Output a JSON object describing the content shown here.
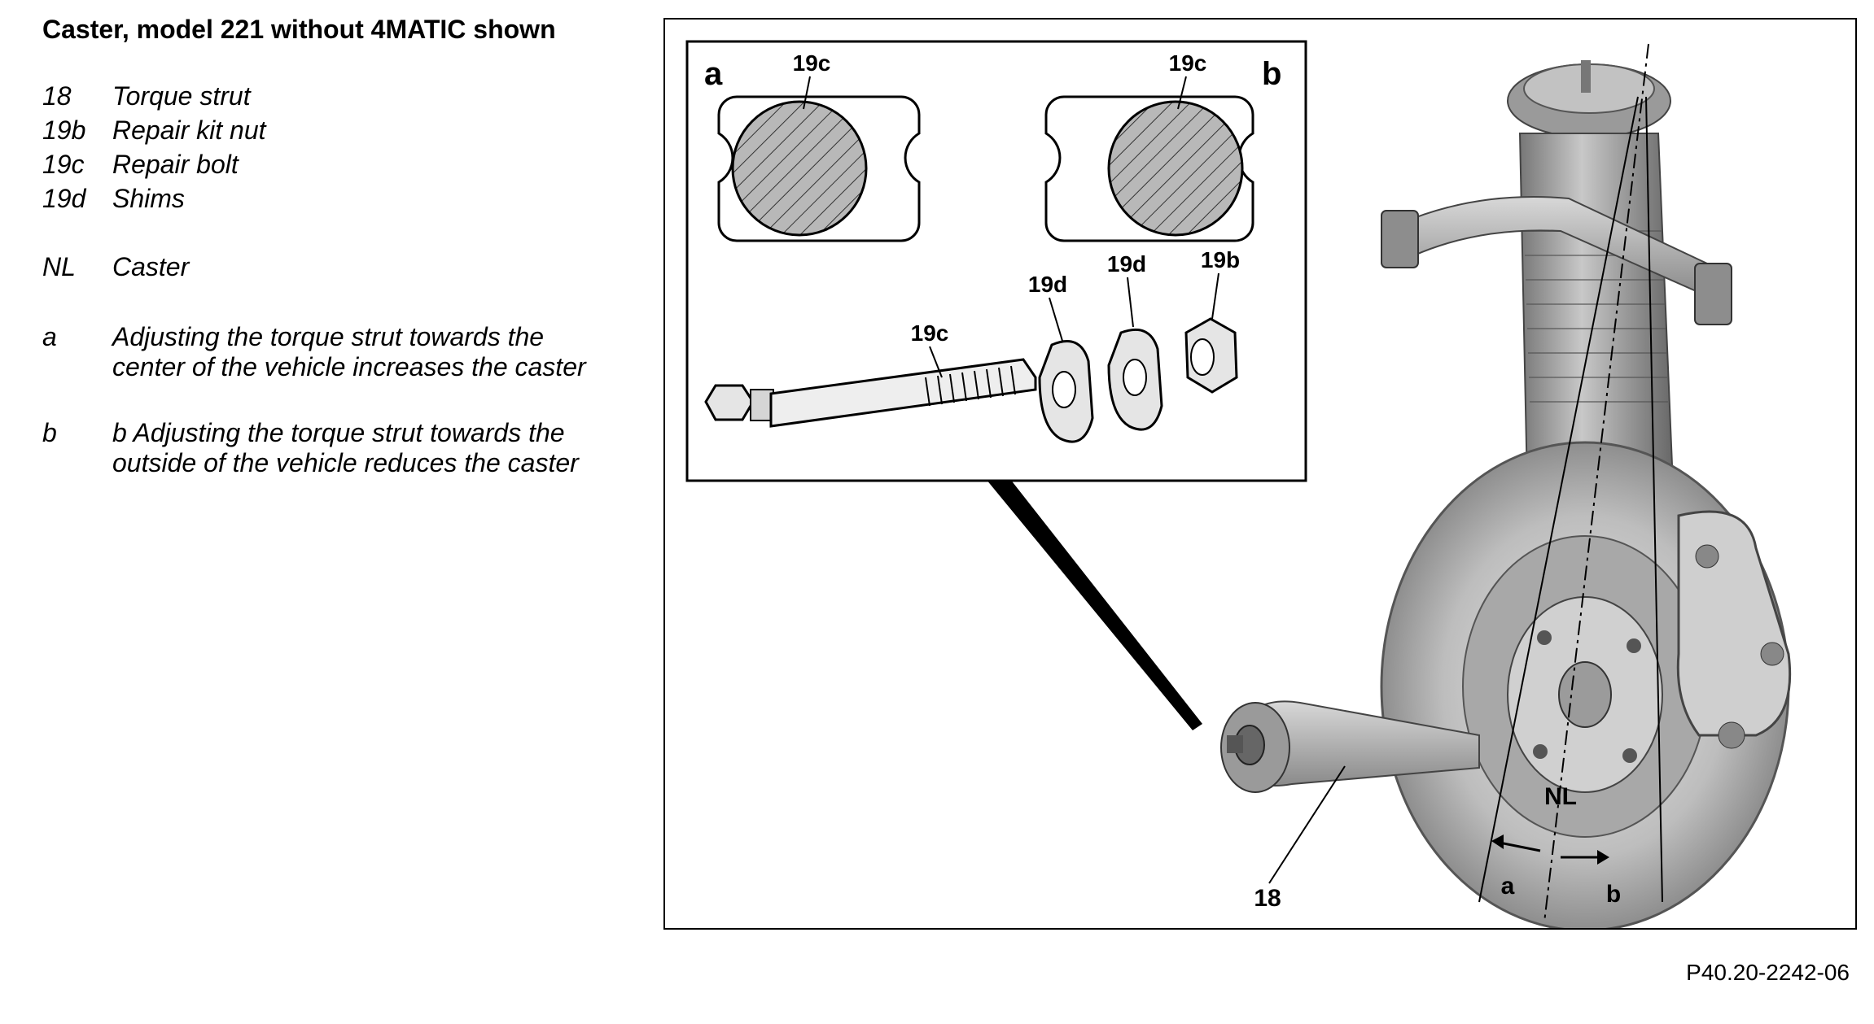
{
  "title": "Caster, model 221 without 4MATIC shown",
  "legend": [
    {
      "key": "18",
      "text": "Torque strut"
    },
    {
      "key": "19b",
      "text": "Repair kit nut"
    },
    {
      "key": "19c",
      "text": "Repair bolt"
    },
    {
      "key": "19d",
      "text": "Shims"
    },
    {
      "key": "NL",
      "text": "Caster"
    },
    {
      "key": "a",
      "text": "Adjusting the torque strut towards the center of the vehicle increases the caster"
    },
    {
      "key": "b",
      "text": "b Adjusting the torque strut towards the outside of the vehicle reduces the caster"
    }
  ],
  "figure": {
    "inset_labels": {
      "a": "a",
      "b": "b",
      "bolt_a": "19c",
      "bolt_b": "19c",
      "bolt_long": "19c",
      "shim1": "19d",
      "shim2": "19d",
      "nut": "19b"
    },
    "main_labels": {
      "strut": "18",
      "caster": "NL",
      "dir_a": "a",
      "dir_b": "b"
    },
    "reference": "P40.20-2242-06"
  }
}
